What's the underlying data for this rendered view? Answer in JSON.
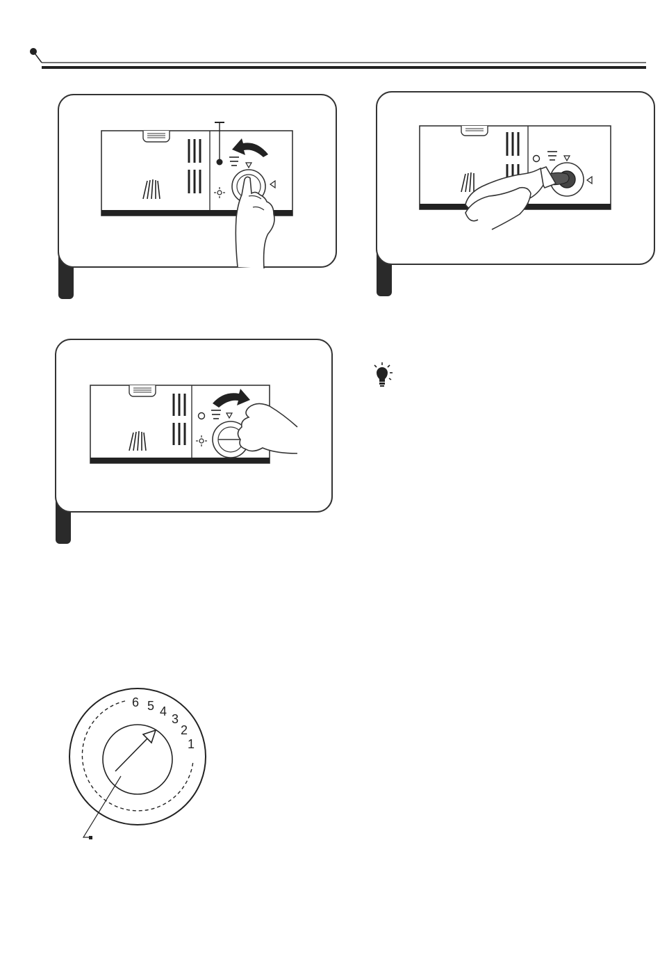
{
  "dial": {
    "settings": [
      "6",
      "5",
      "4",
      "3",
      "2",
      "1"
    ]
  },
  "icons": {
    "header_marker": "header-bullet-icon",
    "tip": "lightbulb-icon",
    "shower": "spray-icon",
    "sun": "rinse-aid-indicator-icon"
  }
}
